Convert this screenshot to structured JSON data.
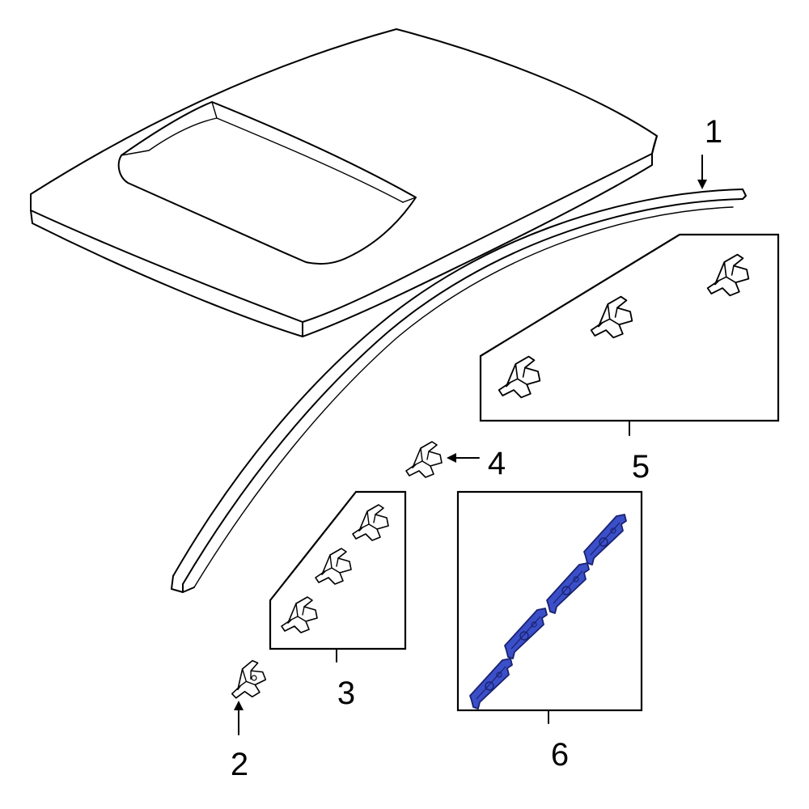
{
  "diagram": {
    "callouts": [
      {
        "label": "1",
        "part": "roof-molding"
      },
      {
        "label": "2",
        "part": "clip"
      },
      {
        "label": "3",
        "part": "clip-set"
      },
      {
        "label": "4",
        "part": "clip"
      },
      {
        "label": "5",
        "part": "clip-set"
      },
      {
        "label": "6",
        "part": "retainer-set"
      }
    ],
    "colors": {
      "line": "#000000",
      "background": "#ffffff",
      "highlight_fill": "#3a4fc8",
      "highlight_stroke": "#1a2270"
    }
  }
}
